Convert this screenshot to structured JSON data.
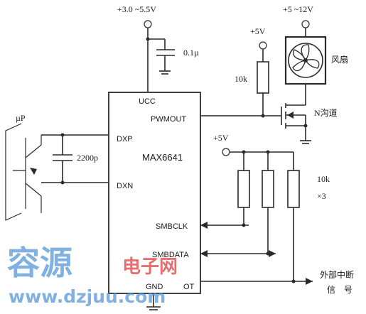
{
  "supply_main": "+3.0 ~5.5V",
  "supply_fan": "+5 ~12V",
  "supply_gate": "+5V",
  "supply_pullup": "+5V",
  "cap_decouple": "0.1µ",
  "cap_filter": "2200p",
  "resistor_gate": "10k",
  "resistor_pullups": "10k",
  "resistor_pullups_count": "×3",
  "fan_label": "风扇",
  "mosfet_label": "N沟道",
  "mcu_label": "µP",
  "chip_name": "MAX6641",
  "pins": {
    "vcc": "UCC",
    "pwmout": "PWMOUT",
    "dxp": "DXP",
    "dxn": "DXN",
    "smbclk": "SMBCLK",
    "smbdata": "SMBDATA",
    "gnd": "GND",
    "ot": "OT"
  },
  "external_interrupt_line1": "外部中断",
  "external_interrupt_line2": "信　号",
  "watermark": {
    "brand": "容源",
    "brand_sub": "电子网",
    "url": "www.dzjuu.com"
  }
}
